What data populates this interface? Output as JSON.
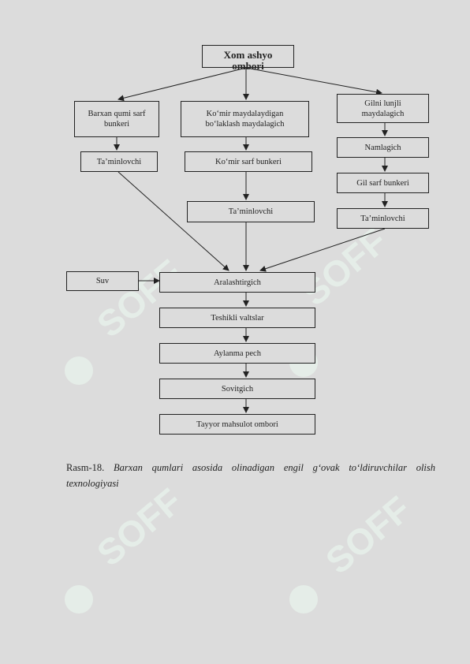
{
  "watermark_text": "SOFF",
  "nodes": {
    "raw_storage": {
      "line1": "Xom ashyo",
      "line2": "ombori"
    },
    "barxan_bunker": {
      "line1": "Barxan qumi sarf",
      "line2": "bunkeri"
    },
    "komir_crusher": {
      "line1": "Ko‘mir maydalaydigan",
      "line2": "bo‘laklash maydalagich"
    },
    "clay_crusher": {
      "line1": "Gilni lunjli",
      "line2": "maydalagich"
    },
    "feeder1": "Ta’minlovchi",
    "komir_bunker": "Ko‘mir sarf bunkeri",
    "moistener": "Namlagich",
    "clay_bunker": "Gil sarf bunkeri",
    "feeder2": "Ta’minlovchi",
    "feeder3": "Ta’minlovchi",
    "water": "Suv",
    "mixer": "Aralashtirgich",
    "rollers": "Teshikli valtslar",
    "kiln": "Aylanma pech",
    "cooler": "Sovitgich",
    "product_storage": "Tayyor mahsulot ombori"
  },
  "caption": {
    "label": "Rasm-18.",
    "text": "Barxan qumlari asosida olinadigan engil g‘ovak to‘ldiruvchilar olish texnologiyasi"
  }
}
